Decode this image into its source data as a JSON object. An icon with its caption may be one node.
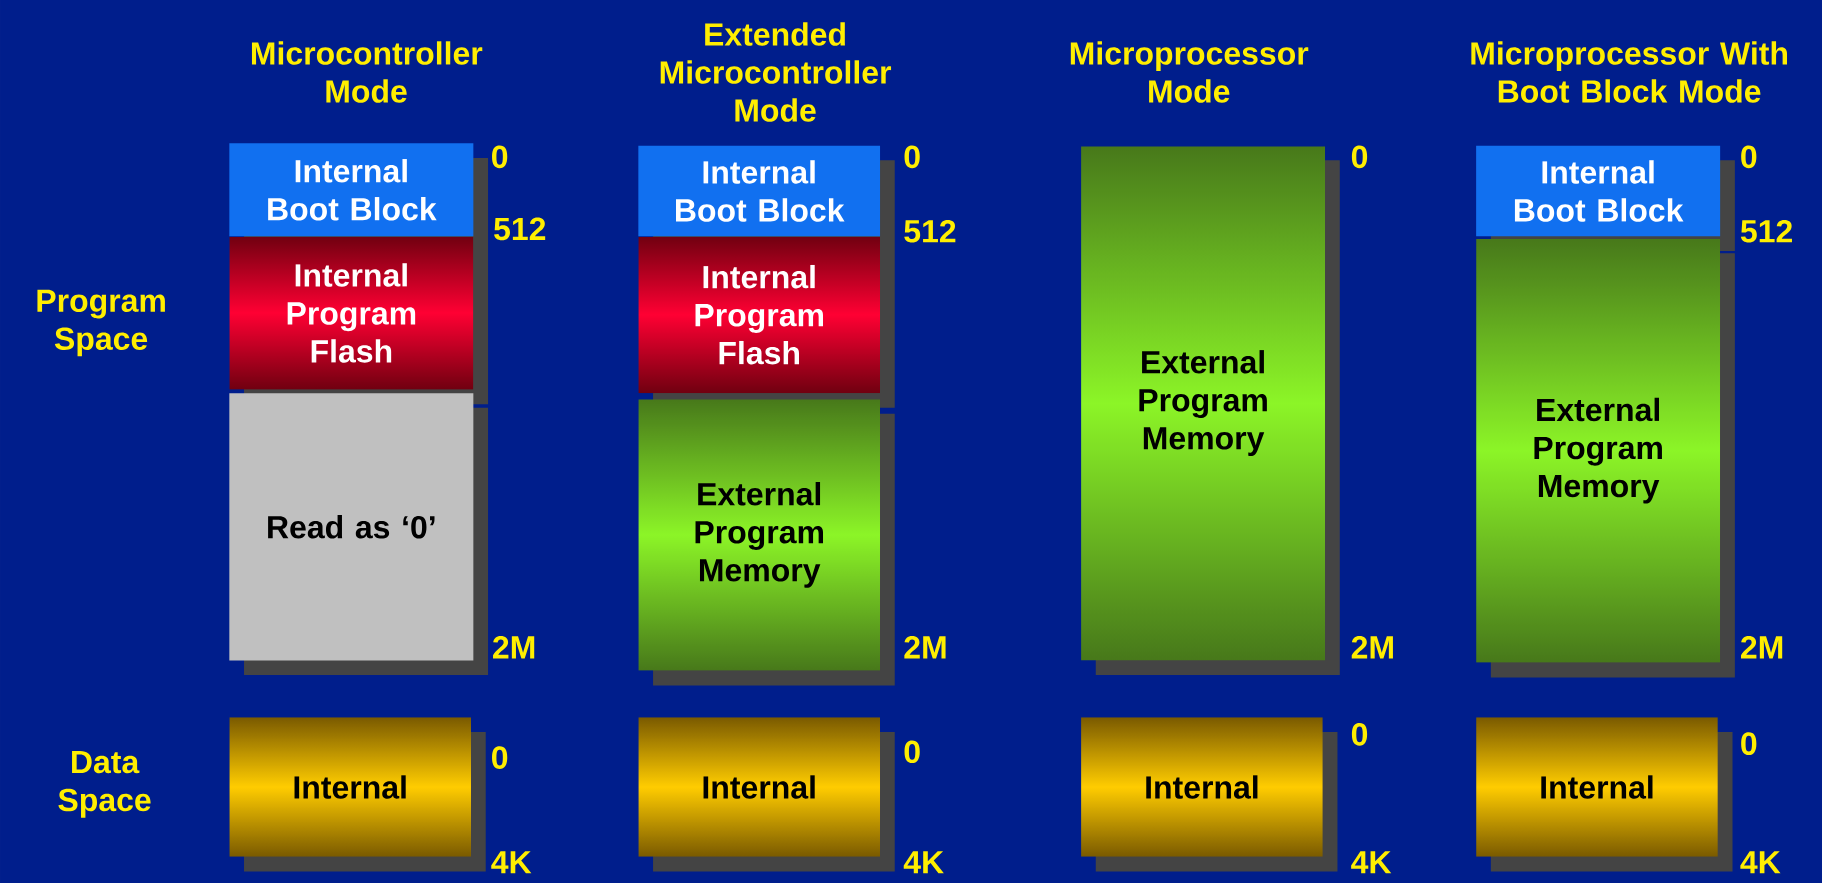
{
  "diagram": {
    "nodes": [
      {
        "text": [
          "Internal Boot Block"
        ]
      },
      {
        "text": [
          "Internal Program Flash"
        ]
      },
      {
        "text": [
          "Read as ‘0’"
        ]
      },
      {
        "text": [
          "Internal"
        ]
      },
      {
        "text": [
          "Internal Boot Block"
        ]
      },
      {
        "text": [
          "Internal Program Flash"
        ]
      },
      {
        "text": [
          "External Program Memory"
        ]
      },
      {
        "text": [
          "Internal"
        ]
      },
      {
        "text": [
          "External Program Memory"
        ]
      },
      {
        "text": [
          "Internal"
        ]
      },
      {
        "text": [
          "Internal Boot Block"
        ]
      },
      {
        "text": [
          "External Program Memory"
        ]
      },
      {
        "text": [
          "Internal"
        ]
      }
    ],
    "labels": [
      "Microcontroller Mode",
      "Extended Microcontroller Mode",
      "Microprocessor Mode",
      "Microprocessor With Boot Block Mode",
      "0",
      "0",
      "0",
      "0",
      "512",
      "512",
      "512",
      "Program Space",
      "2M",
      "2M",
      "2M",
      "2M",
      "Data Space",
      "0",
      "0",
      "0",
      "0",
      "4K",
      "4K",
      "4K",
      "4K"
    ]
  }
}
